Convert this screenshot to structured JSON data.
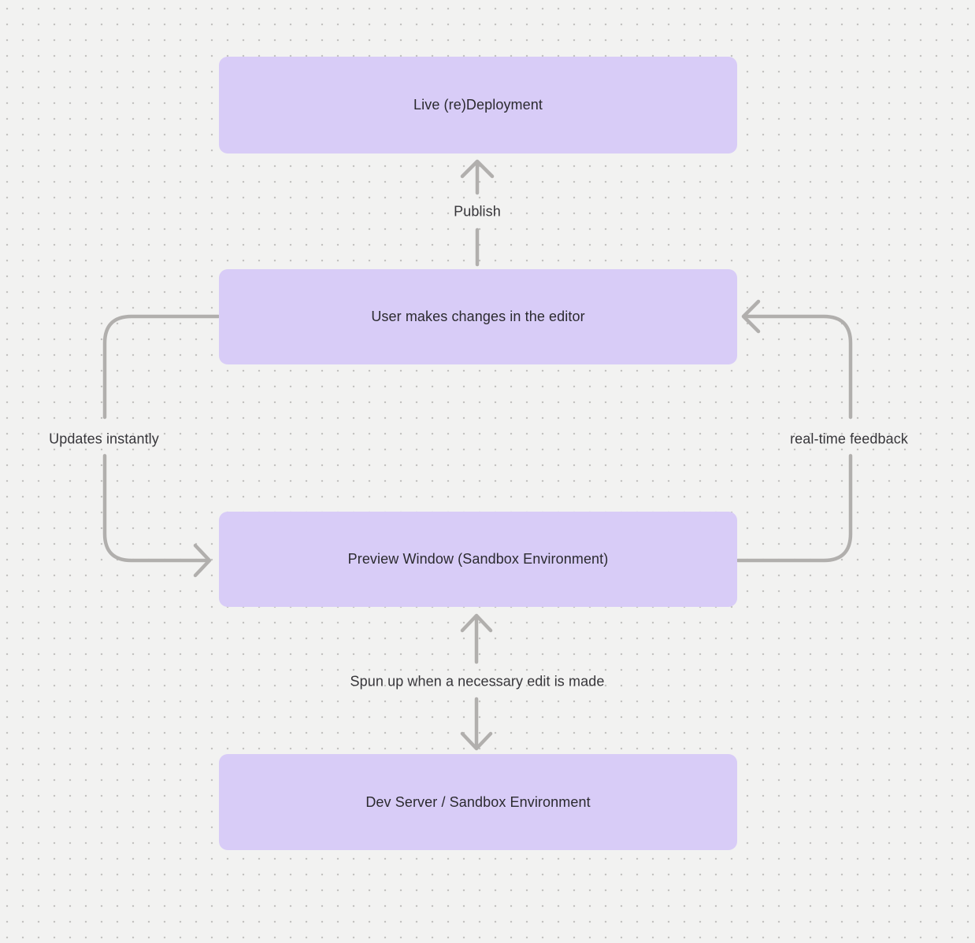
{
  "diagram": {
    "type": "flowchart",
    "nodes": [
      {
        "id": "live-deployment",
        "label": "Live (re)Deployment"
      },
      {
        "id": "editor",
        "label": "User makes changes in the editor"
      },
      {
        "id": "preview",
        "label": "Preview Window (Sandbox Environment)"
      },
      {
        "id": "dev-server",
        "label": "Dev Server / Sandbox Environment"
      }
    ],
    "edges": [
      {
        "id": "publish",
        "label": "Publish",
        "from": "editor",
        "to": "live-deployment",
        "direction": "up"
      },
      {
        "id": "updates-instantly",
        "label": "Updates instantly",
        "from": "editor",
        "to": "preview",
        "direction": "down-left-loop"
      },
      {
        "id": "real-time-feedback",
        "label": "real-time feedback",
        "from": "preview",
        "to": "editor",
        "direction": "up-right-loop"
      },
      {
        "id": "spun-up",
        "label": "Spun up when a necessary edit is made",
        "from": "preview",
        "to": "dev-server",
        "direction": "both"
      }
    ]
  },
  "colors": {
    "background": "#f2f2f1",
    "dot": "#c3c2c1",
    "node_fill": "#d8ccf7",
    "node_text": "#2b2a2f",
    "arrow": "#b1afad",
    "label_text": "#37363a"
  }
}
